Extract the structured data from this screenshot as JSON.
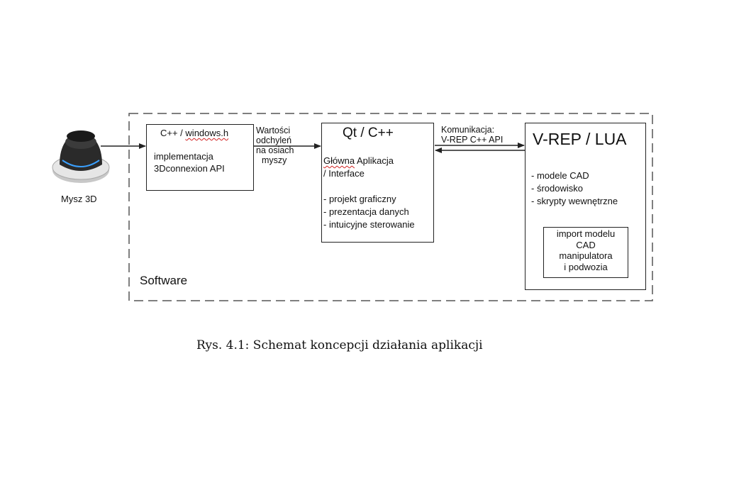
{
  "mouse": {
    "label": "Mysz 3D"
  },
  "software_label": "Software",
  "box_cpp": {
    "title_prefix": "C++ / ",
    "title_underlined": "windows.h",
    "line1": "implementacja",
    "line2": "3Dconnexion API"
  },
  "arrow1_label": [
    "Wartości",
    "odchyleń",
    "na osiach",
    "myszy"
  ],
  "box_qt": {
    "title": "Qt / C++",
    "sub1_underlined": "Główna",
    "sub1_rest": " Aplikacja",
    "sub2": " / Interface",
    "items": [
      "- projekt graficzny",
      "- prezentacja danych",
      "- intuicyjne sterowanie"
    ]
  },
  "comm_label": [
    "Komunikacja:",
    "V-REP C++ API"
  ],
  "box_vrep": {
    "title": "V-REP / LUA",
    "items": [
      "- modele CAD",
      "- środowisko",
      "- skrypty wewnętrzne"
    ],
    "inner": [
      "import modelu",
      "CAD",
      "manipulatora",
      "i podwozia"
    ]
  },
  "caption": "Rys. 4.1: Schemat koncepcji działania aplikacji",
  "colors": {
    "line": "#222222",
    "squiggle": "#d02020",
    "mouse_accent": "#3aa0ff"
  }
}
